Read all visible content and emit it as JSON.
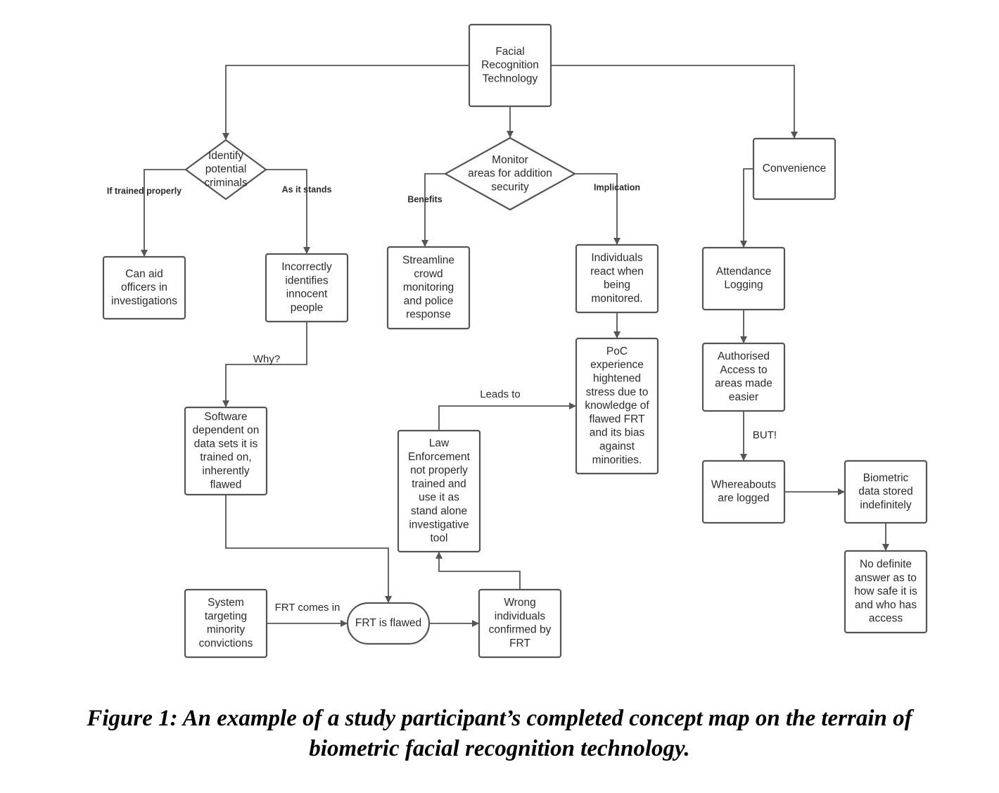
{
  "colors": {
    "stroke": "#555555",
    "text": "#2b2b2b",
    "background": "#ffffff"
  },
  "nodes": {
    "frt": {
      "shape": "rect",
      "lines": [
        "Facial",
        "Recognition",
        "Technology"
      ]
    },
    "identify": {
      "shape": "diamond",
      "lines": [
        "Identify",
        "potential",
        "criminals"
      ]
    },
    "monitor": {
      "shape": "diamond",
      "lines": [
        "Monitor",
        "areas for addition",
        "security"
      ]
    },
    "convenience": {
      "shape": "rect",
      "lines": [
        "Convenience"
      ]
    },
    "can_aid": {
      "shape": "rect",
      "lines": [
        "Can aid",
        "officers in",
        "investigations"
      ]
    },
    "incorrectly": {
      "shape": "rect",
      "lines": [
        "Incorrectly",
        "identifies",
        "innocent",
        "people"
      ]
    },
    "streamline": {
      "shape": "rect",
      "lines": [
        "Streamline",
        "crowd",
        "monitoring",
        "and police",
        "response"
      ]
    },
    "individuals": {
      "shape": "rect",
      "lines": [
        "Individuals",
        "react when",
        "being",
        "monitored."
      ]
    },
    "attendance": {
      "shape": "rect",
      "lines": [
        "Attendance",
        "Logging"
      ]
    },
    "poc": {
      "shape": "rect",
      "lines": [
        "PoC",
        "experience",
        "hightened",
        "stress due to",
        "knowledge of",
        "flawed FRT",
        "and its bias",
        "against",
        "minorities."
      ]
    },
    "authorised": {
      "shape": "rect",
      "lines": [
        "Authorised",
        "Access to",
        "areas made",
        "easier"
      ]
    },
    "software": {
      "shape": "rect",
      "lines": [
        "Software",
        "dependent on",
        "data sets it is",
        "trained on,",
        "inherently",
        "flawed"
      ]
    },
    "law": {
      "shape": "rect",
      "lines": [
        "Law",
        "Enforcement",
        "not properly",
        "trained and",
        "use it as",
        "stand alone",
        "investigative",
        "tool"
      ]
    },
    "whereabouts": {
      "shape": "rect",
      "lines": [
        "Whereabouts",
        "are logged"
      ]
    },
    "biometric": {
      "shape": "rect",
      "lines": [
        "Biometric",
        "data stored",
        "indefinitely"
      ]
    },
    "no_definite": {
      "shape": "rect",
      "lines": [
        "No definite",
        "answer as to",
        "how safe it is",
        "and who has",
        "access"
      ]
    },
    "system": {
      "shape": "rect",
      "lines": [
        "System",
        "targeting",
        "minority",
        "convictions"
      ]
    },
    "flawed": {
      "shape": "pill",
      "lines": [
        "FRT is flawed"
      ]
    },
    "wrong": {
      "shape": "rect",
      "lines": [
        "Wrong",
        "individuals",
        "confirmed by",
        "FRT"
      ]
    }
  },
  "edges": [
    {
      "from": "frt",
      "to": "identify",
      "label": ""
    },
    {
      "from": "frt",
      "to": "monitor",
      "label": ""
    },
    {
      "from": "frt",
      "to": "convenience",
      "label": ""
    },
    {
      "from": "identify",
      "to": "can_aid",
      "label": "If trained properly"
    },
    {
      "from": "identify",
      "to": "incorrectly",
      "label": "As it stands"
    },
    {
      "from": "monitor",
      "to": "streamline",
      "label": "Benefits"
    },
    {
      "from": "monitor",
      "to": "individuals",
      "label": "Implication"
    },
    {
      "from": "convenience",
      "to": "attendance",
      "label": ""
    },
    {
      "from": "incorrectly",
      "to": "software",
      "label": "Why?"
    },
    {
      "from": "individuals",
      "to": "poc",
      "label": ""
    },
    {
      "from": "attendance",
      "to": "authorised",
      "label": ""
    },
    {
      "from": "authorised",
      "to": "whereabouts",
      "label": "BUT!"
    },
    {
      "from": "law",
      "to": "poc",
      "label": "Leads to"
    },
    {
      "from": "software",
      "to": "flawed",
      "label": ""
    },
    {
      "from": "system",
      "to": "flawed",
      "label": "FRT comes in"
    },
    {
      "from": "flawed",
      "to": "wrong",
      "label": ""
    },
    {
      "from": "wrong",
      "to": "law",
      "label": ""
    },
    {
      "from": "whereabouts",
      "to": "biometric",
      "label": ""
    },
    {
      "from": "biometric",
      "to": "no_definite",
      "label": ""
    }
  ],
  "caption": {
    "line1": "Figure 1: An example of a study participant’s completed concept map on the terrain of",
    "line2": "biometric facial recognition technology."
  }
}
